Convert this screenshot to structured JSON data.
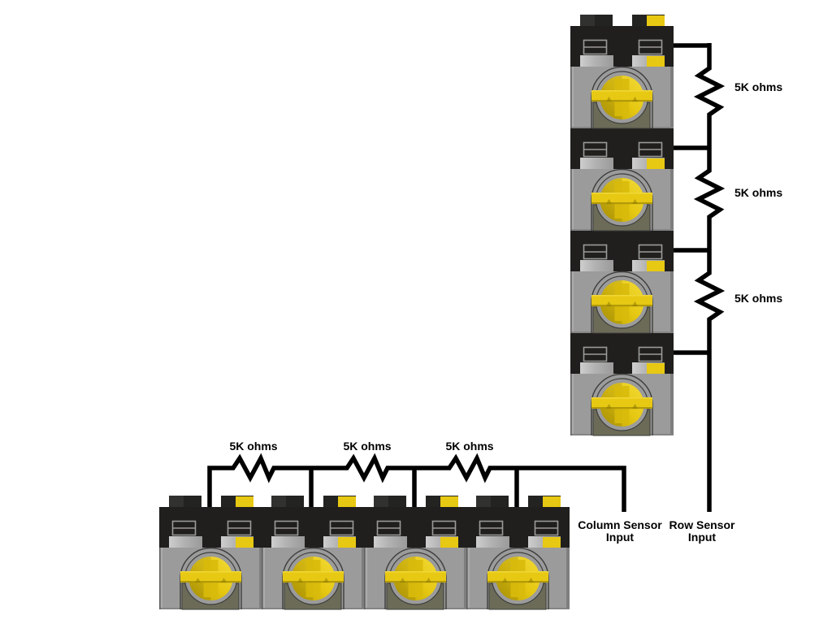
{
  "background": "#ffffff",
  "colors": {
    "background": "#ffffff",
    "wire": "#000000",
    "label_text": "#000000",
    "housing": "#201f1d",
    "body_gray": "#9b9b9b",
    "yellow": "#e7c813",
    "olive": "#6b6b58",
    "outline": "#3d3d3b"
  },
  "column_group": {
    "switch_count": 4,
    "resistors": [
      {
        "label": "5K ohms"
      },
      {
        "label": "5K ohms"
      },
      {
        "label": "5K ohms"
      }
    ]
  },
  "row_group": {
    "switch_count": 4,
    "resistors": [
      {
        "label": "5K ohms"
      },
      {
        "label": "5K ohms"
      },
      {
        "label": "5K ohms"
      }
    ]
  },
  "io_labels": {
    "column": {
      "line1": "Column Sensor",
      "line2": "Input"
    },
    "row": {
      "line1": "Row Sensor",
      "line2": "Input"
    }
  }
}
